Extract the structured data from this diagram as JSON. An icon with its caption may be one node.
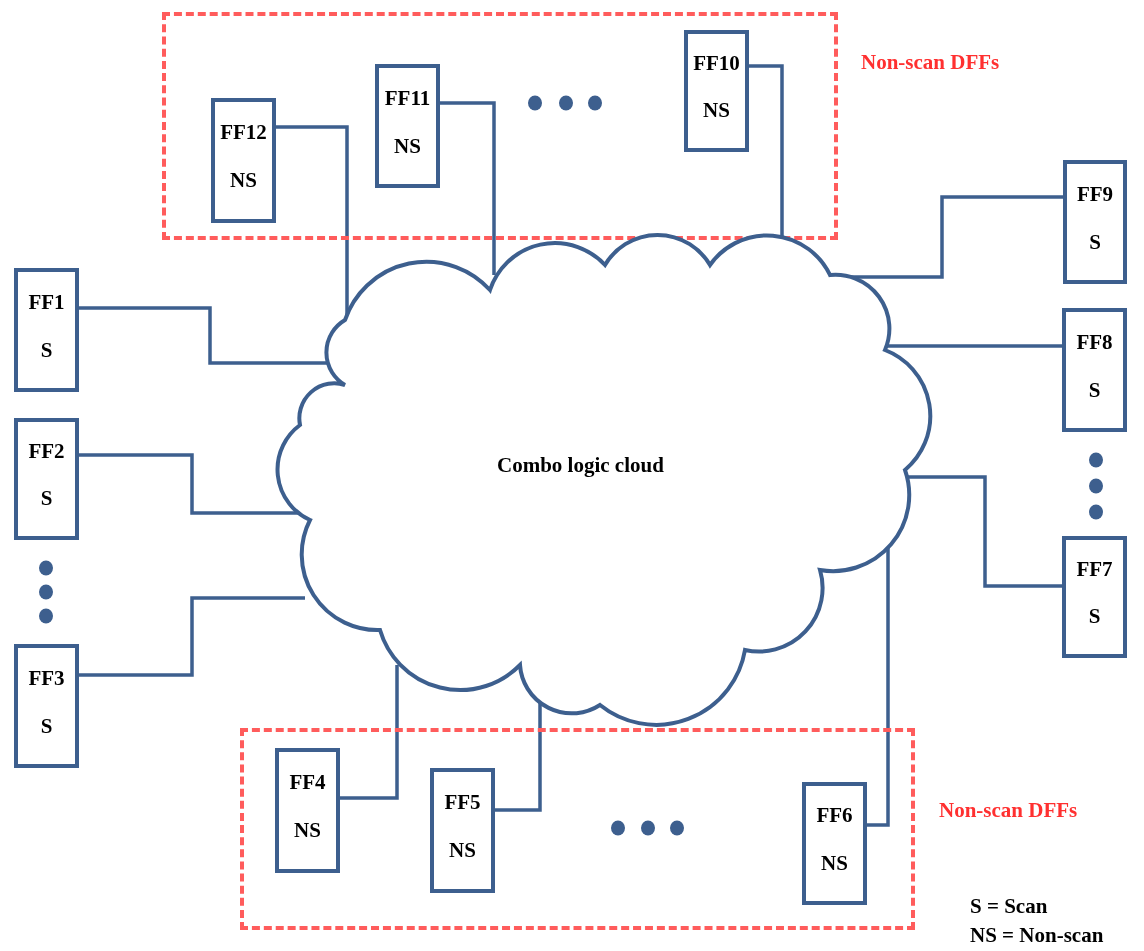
{
  "diagram": {
    "nodes": [
      {
        "text": [
          "Non-scan DFFs"
        ]
      },
      {
        "text": [
          "FF12",
          "NS"
        ],
        "in": 0
      },
      {
        "text": [
          "FF11",
          "NS"
        ],
        "in": 0
      },
      {
        "text": [
          "FF10",
          "NS"
        ],
        "in": 0
      },
      {
        "text": [
          "FF9",
          "S"
        ]
      },
      {
        "text": [
          "FF8",
          "S"
        ]
      },
      {
        "text": [
          "FF7",
          "S"
        ]
      },
      {
        "text": [
          "FF1",
          "S"
        ]
      },
      {
        "text": [
          "FF2",
          "S"
        ]
      },
      {
        "text": [
          "FF3",
          "S"
        ]
      },
      {
        "text": [
          "Combo logic cloud"
        ]
      },
      {
        "text": [
          "Non-scan DFFs"
        ]
      },
      {
        "text": [
          "FF4",
          "NS"
        ],
        "in": 11
      },
      {
        "text": [
          "FF5",
          "NS"
        ],
        "in": 11
      },
      {
        "text": [
          "FF6",
          "NS"
        ],
        "in": 11
      }
    ],
    "edges": [
      {
        "from": 1,
        "to": 10,
        "arrow": "none"
      },
      {
        "from": 2,
        "to": 10,
        "arrow": "none"
      },
      {
        "from": 3,
        "to": 10,
        "arrow": "none"
      },
      {
        "from": 4,
        "to": 10,
        "arrow": "none"
      },
      {
        "from": 5,
        "to": 10,
        "arrow": "none"
      },
      {
        "from": 6,
        "to": 10,
        "arrow": "none"
      },
      {
        "from": 7,
        "to": 10,
        "arrow": "none"
      },
      {
        "from": 8,
        "to": 10,
        "arrow": "none"
      },
      {
        "from": 9,
        "to": 10,
        "arrow": "none"
      },
      {
        "from": 12,
        "to": 10,
        "arrow": "none"
      },
      {
        "from": 13,
        "to": 10,
        "arrow": "none"
      },
      {
        "from": 14,
        "to": 10,
        "arrow": "none"
      }
    ],
    "labels": [
      "S = Scan",
      "NS = Non-scan"
    ]
  }
}
